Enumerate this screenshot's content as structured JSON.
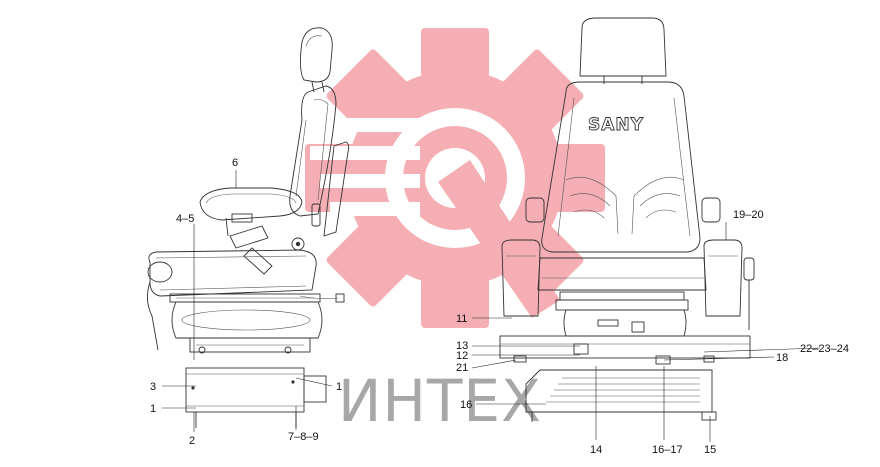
{
  "diagram": {
    "brand_label": "SANY",
    "watermark_text": "ИНТЕХ",
    "watermark_color": "#f4a0a6",
    "callouts": {
      "c6": "6",
      "c4_5": "4–5",
      "c3": "3",
      "c1_left": "1",
      "c1_right": "1",
      "c2": "2",
      "c7_8_9": "7–8–9",
      "c19_20": "19–20",
      "c11": "11",
      "c13": "13",
      "c12": "12",
      "c21": "21",
      "c22_23_24": "22–23–24",
      "c18": "18",
      "c16_box": "16",
      "c14": "14",
      "c16_17": "16–17",
      "c15": "15"
    }
  }
}
